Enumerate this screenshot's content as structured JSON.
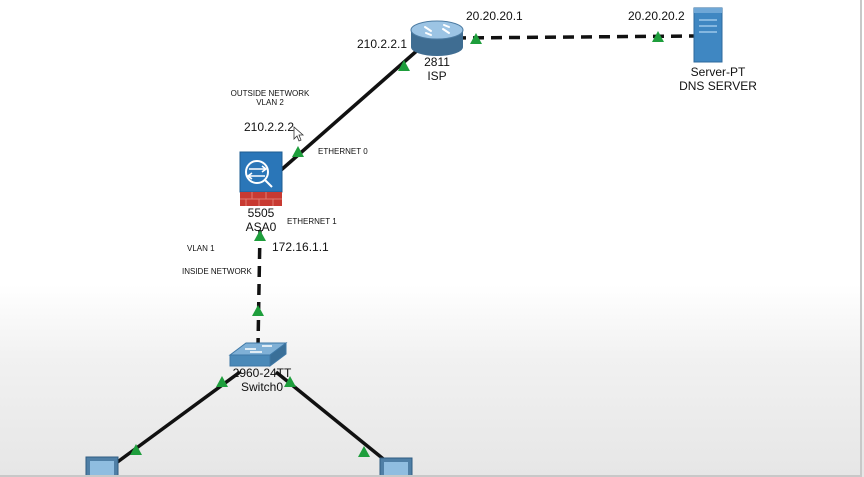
{
  "devices": {
    "router": {
      "model": "2811",
      "name": "ISP"
    },
    "server": {
      "model": "Server-PT",
      "name": "DNS SERVER"
    },
    "asa": {
      "model": "5505",
      "name": "ASA0"
    },
    "switch": {
      "model": "2960-24TT",
      "name": "Switch0"
    }
  },
  "addresses": {
    "isp_server_side": "20.20.20.1",
    "server": "20.20.20.2",
    "isp_asa_side": "210.2.2.1",
    "asa_outside": "210.2.2.2",
    "asa_inside": "172.16.1.1"
  },
  "notes": {
    "outside_network": "OUTSIDE NETWORK",
    "outside_vlan": "VLAN 2",
    "ethernet0": "ETHERNET 0",
    "ethernet1": "ETHERNET 1",
    "inside_vlan": "VLAN 1",
    "inside_network": "INSIDE NETWORK"
  },
  "colors": {
    "link": "#111111",
    "port_up": "#1e9e3c",
    "router_body": "#5c88ad",
    "asa_blue": "#2a76b8",
    "asa_red": "#c83a32",
    "server_blue": "#3f87c2",
    "switch_blue": "#4a89b8"
  }
}
